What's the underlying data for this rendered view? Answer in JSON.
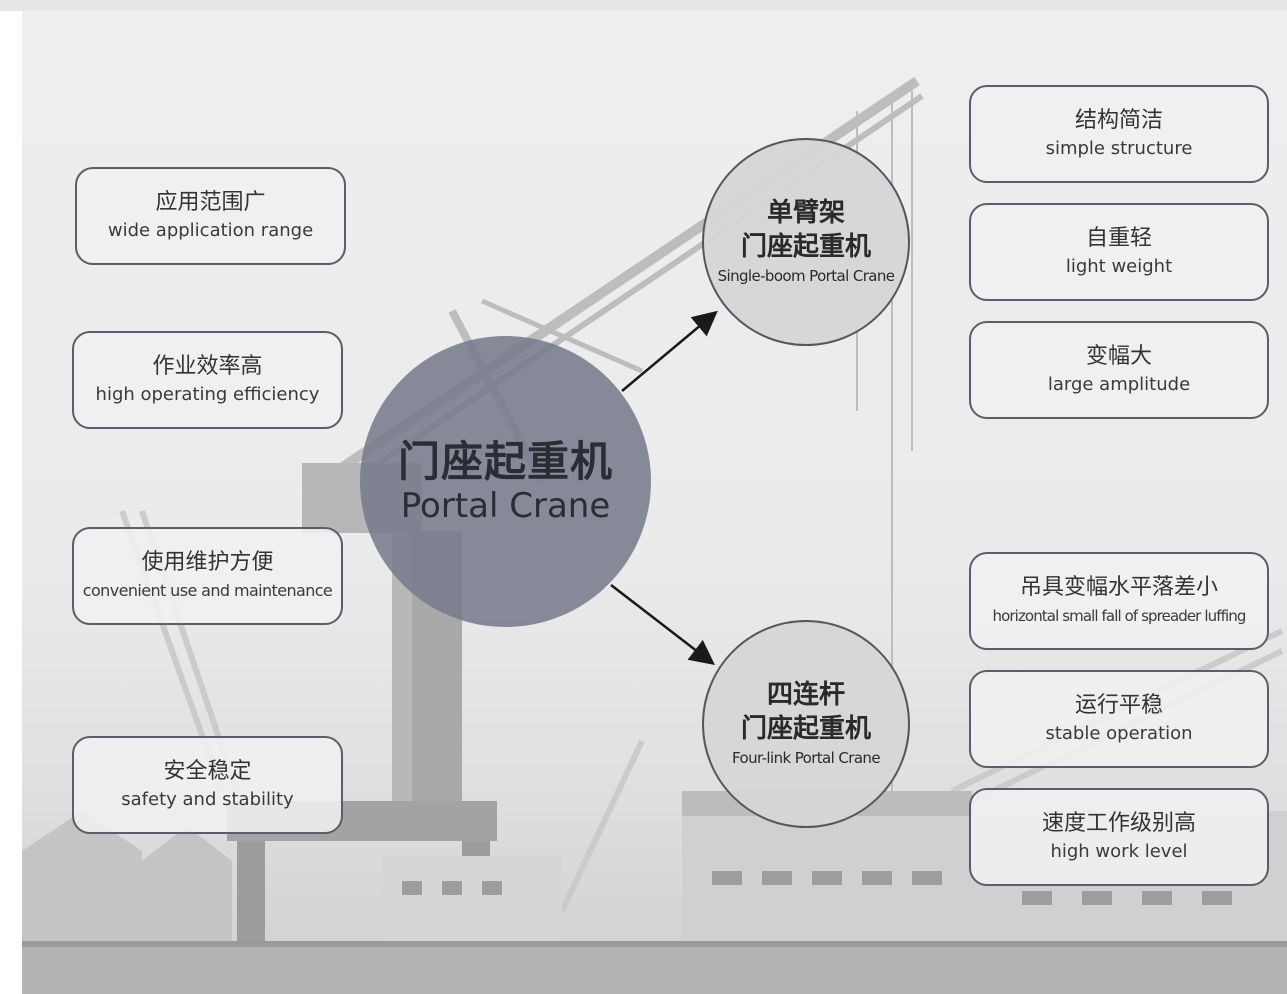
{
  "center": {
    "cn": "门座起重机",
    "en": "Portal Crane"
  },
  "single_boom": {
    "cn_line1": "单臂架",
    "cn_line2": "门座起重机",
    "en": "Single-boom Portal Crane"
  },
  "four_link": {
    "cn_line1": "四连杆",
    "cn_line2": "门座起重机",
    "en": "Four-link Portal Crane"
  },
  "left_features": [
    {
      "cn": "应用范围广",
      "en": "wide application range"
    },
    {
      "cn": "作业效率高",
      "en": "high operating efficiency"
    },
    {
      "cn": "使用维护方便",
      "en": "convenient use and maintenance"
    },
    {
      "cn": "安全稳定",
      "en": "safety and stability"
    }
  ],
  "single_boom_features": [
    {
      "cn": "结构简洁",
      "en": "simple structure"
    },
    {
      "cn": "自重轻",
      "en": "light weight"
    },
    {
      "cn": "变幅大",
      "en": "large amplitude"
    }
  ],
  "four_link_features": [
    {
      "cn": "吊具变幅水平落差小",
      "en": "horizontal small fall of spreader luffing"
    },
    {
      "cn": "运行平稳",
      "en": "stable operation"
    },
    {
      "cn": "速度工作级别高",
      "en": "high work level"
    }
  ],
  "colors": {
    "center_fill": "#787b8c",
    "box_border": "#5a5d6a",
    "arrow": "#1a1a1a"
  }
}
